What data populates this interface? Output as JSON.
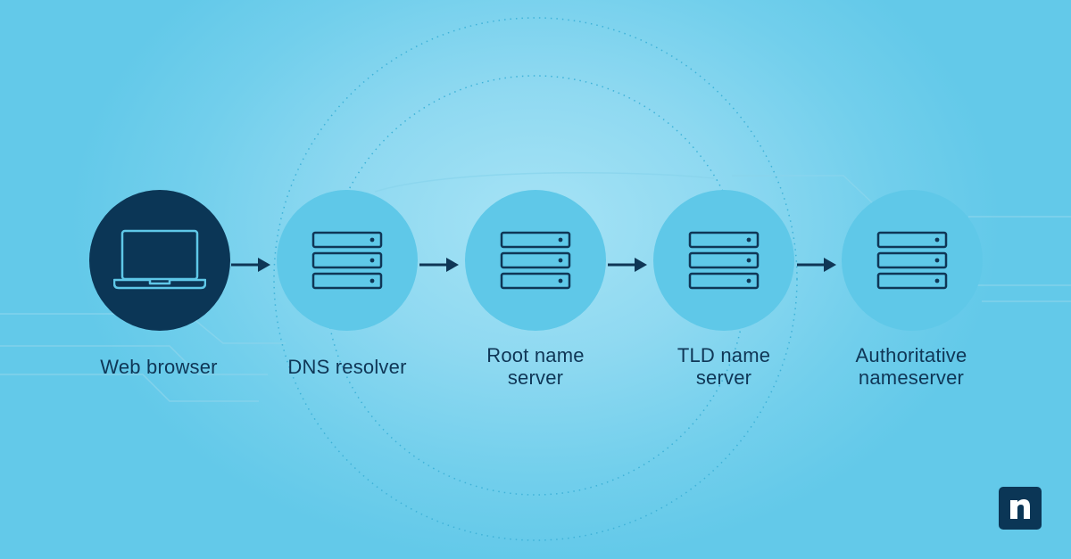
{
  "diagram": {
    "nodes": [
      {
        "id": "web-browser",
        "label": "Web browser",
        "icon": "laptop-icon"
      },
      {
        "id": "dns-resolver",
        "label": "DNS resolver",
        "icon": "server-stack-icon"
      },
      {
        "id": "root-name-server",
        "label": "Root name server",
        "icon": "server-stack-icon"
      },
      {
        "id": "tld-name-server",
        "label": "TLD name server",
        "icon": "server-stack-icon"
      },
      {
        "id": "authoritative-nameserver",
        "label": "Authoritative nameserver",
        "icon": "server-stack-icon"
      }
    ],
    "edges": [
      {
        "from": "web-browser",
        "to": "dns-resolver"
      },
      {
        "from": "dns-resolver",
        "to": "root-name-server"
      },
      {
        "from": "root-name-server",
        "to": "tld-name-server"
      },
      {
        "from": "tld-name-server",
        "to": "authoritative-nameserver"
      }
    ]
  },
  "labels": {
    "web_browser": "Web browser",
    "dns_resolver": "DNS resolver",
    "root_line1": "Root name",
    "root_line2": "server",
    "tld_line1": "TLD name",
    "tld_line2": "server",
    "auth_line1": "Authoritative",
    "auth_line2": "nameserver"
  },
  "brand": {
    "logo_letter": "n",
    "logo_icon": "ninjaone-logo-icon"
  },
  "colors": {
    "background": "#72cfec",
    "node_fill": "#5fc8e8",
    "browser_fill": "#0b3656",
    "ink": "#0f3656"
  }
}
